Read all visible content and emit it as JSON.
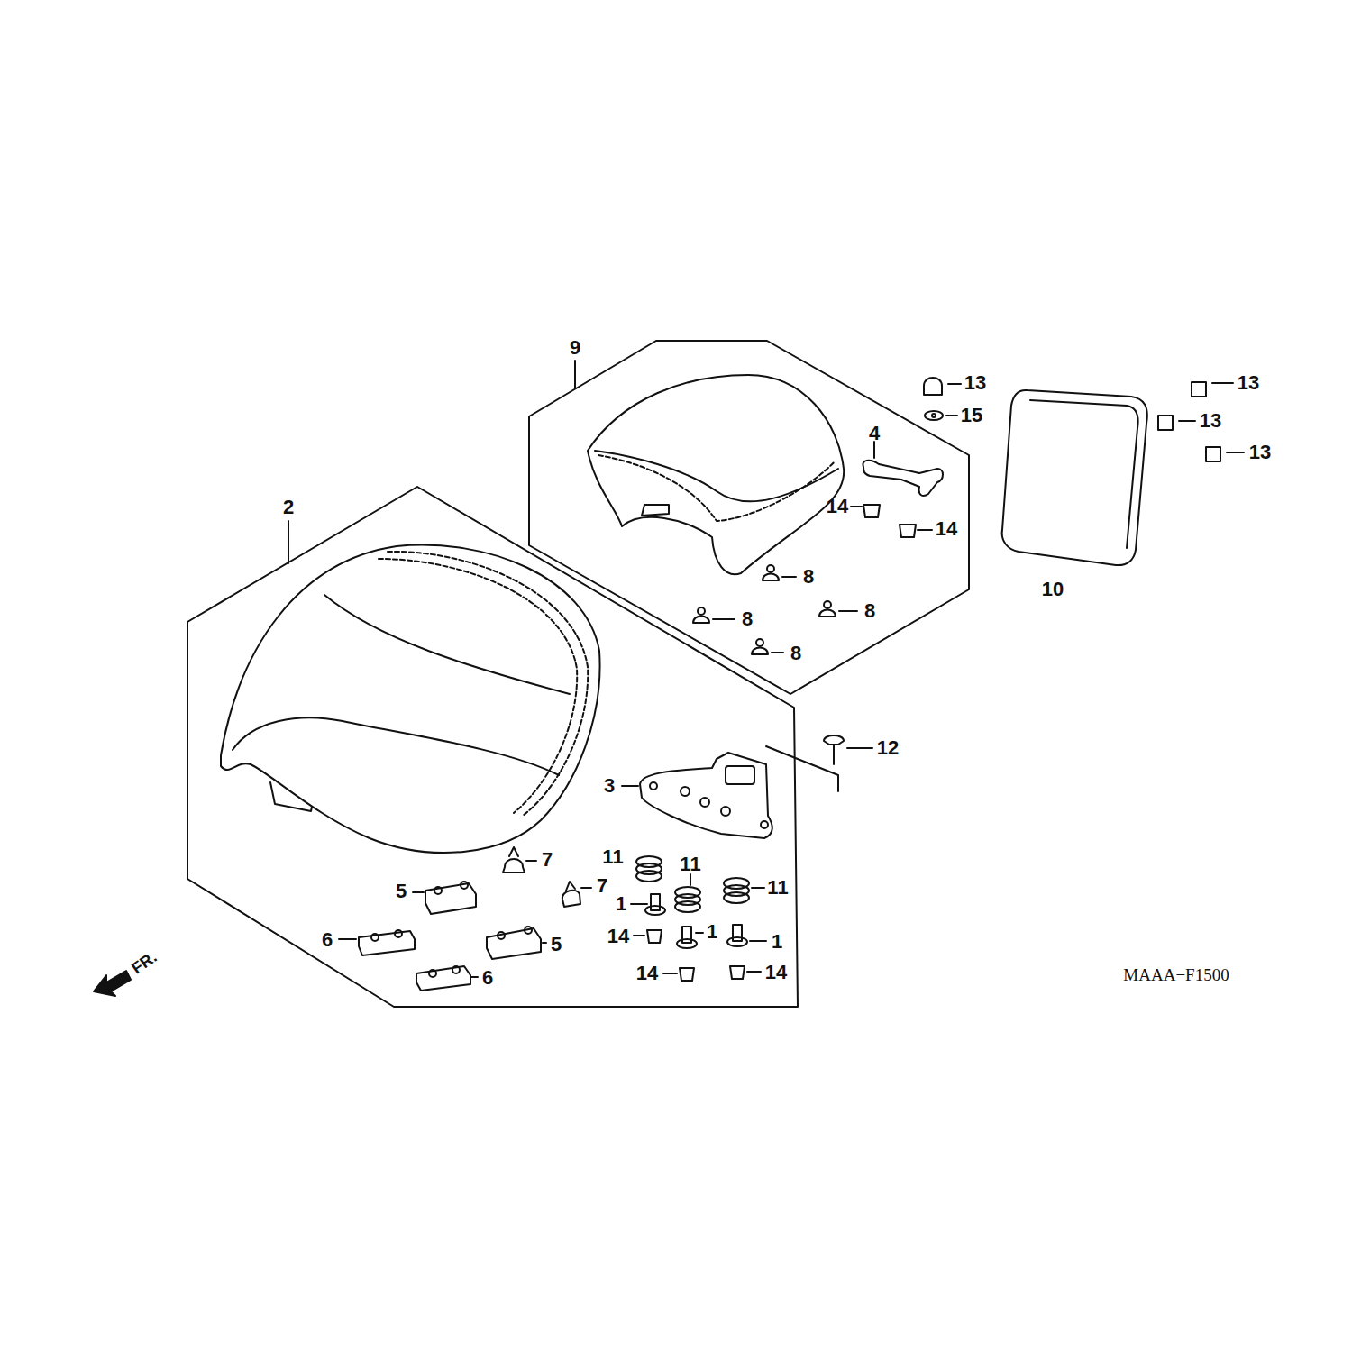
{
  "diagram": {
    "labels": [
      "9",
      "13",
      "13",
      "15",
      "13",
      "4",
      "13",
      "14",
      "14",
      "2",
      "8",
      "10",
      "8",
      "8",
      "8",
      "12",
      "3",
      "7",
      "11",
      "11",
      "7",
      "5",
      "11",
      "1",
      "1",
      "6",
      "5",
      "14",
      "1",
      "14",
      "14",
      "6",
      "FR.",
      "MAAA−F1500"
    ]
  }
}
